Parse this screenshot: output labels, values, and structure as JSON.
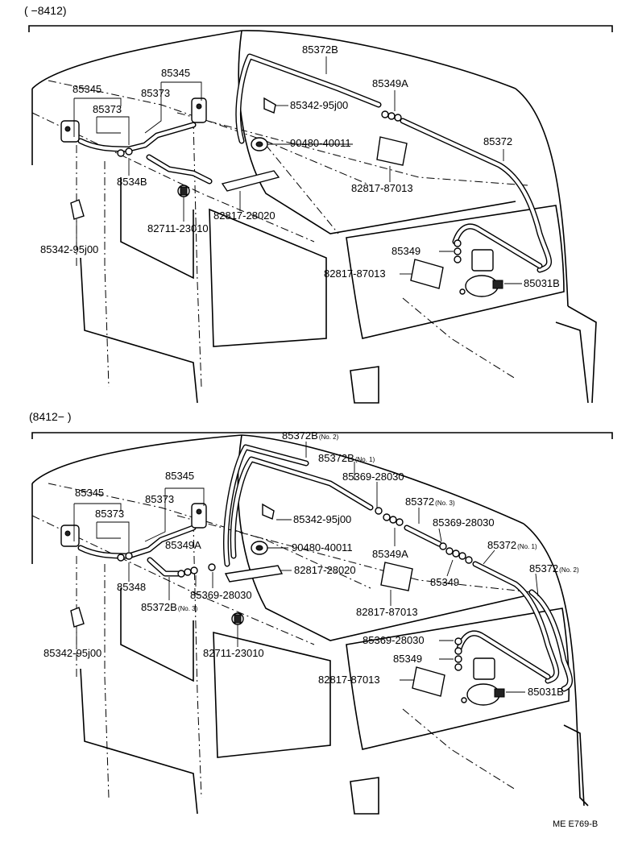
{
  "section_top": {
    "range": "(   −8412)"
  },
  "section_bottom": {
    "range": "(8412−    )"
  },
  "top_labels": {
    "washer_nozzle_left": "85345",
    "washer_nozzle_right": "85345",
    "hose_left": "85373",
    "hose_right": "85373",
    "hose_top": "85372B",
    "connector_a": "85349A",
    "clamp_right": "85342-95j00",
    "grommet": "90480-40011",
    "hose_rear": "85372",
    "joint_b": "8534B",
    "label_plate_right": "82817-87013",
    "label_plate_center": "82817-28020",
    "clip": "82711-23010",
    "clamp_left": "85342-95j00",
    "connector": "85349",
    "label_plate_lower": "82817-87013",
    "pump": "85031B"
  },
  "bottom_labels": {
    "hose_b_no2": "85372B",
    "hose_b_no2_note": "(No. 2)",
    "hose_b_no1": "85372B",
    "hose_b_no1_note": "(No. 1)",
    "washer_nozzle_left": "85345",
    "washer_nozzle_right": "85345",
    "hose_left": "85373",
    "hose_right": "85373",
    "joint_1": "85369-28030",
    "hose_no3": "85372",
    "hose_no3_note": "(No. 3)",
    "clamp_right": "85342-95j00",
    "joint_2": "85369-28030",
    "connector_a_left": "85349A",
    "grommet": "90480-40011",
    "hose_no1": "85372",
    "hose_no1_note": "(No. 1)",
    "joint_b": "85348",
    "label_plate_center": "82817-28020",
    "connector_a_right": "85349A",
    "hose_no2": "85372",
    "hose_no2_note": "(No. 2)",
    "connector_mid": "85349",
    "hose_b_no3": "85372B",
    "hose_b_no3_note": "(No. 3)",
    "joint_3": "85369-28030",
    "label_plate_right": "82817-87013",
    "clamp_left": "85342-95j00",
    "clip": "82711-23010",
    "joint_4": "85369-28030",
    "connector": "85349",
    "label_plate_lower": "82817-87013",
    "pump": "85031B"
  },
  "footer": {
    "code": "ME E769-B"
  }
}
